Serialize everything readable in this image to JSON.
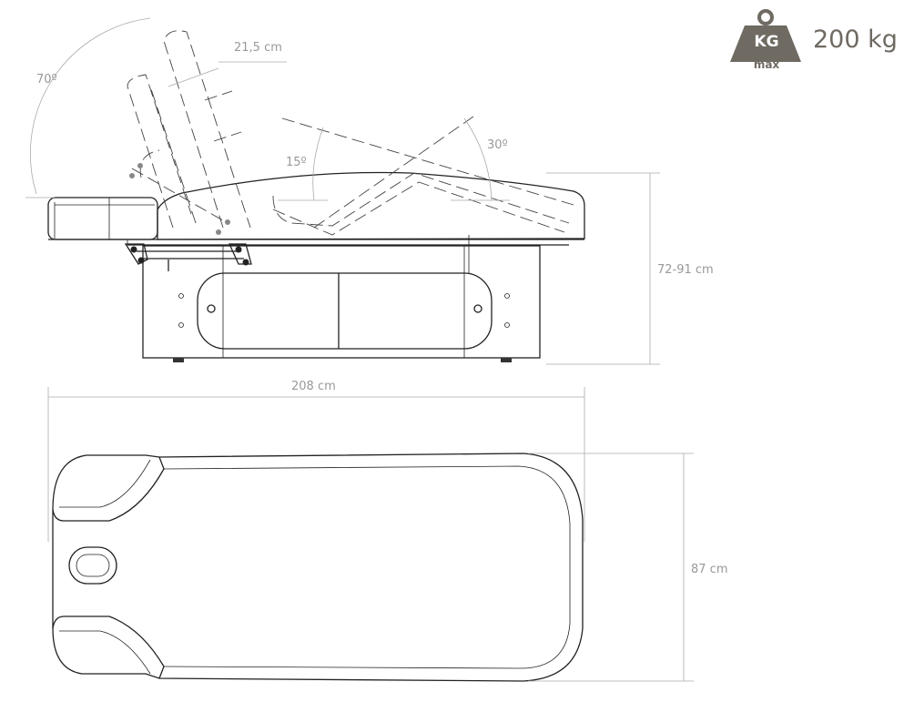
{
  "weight_badge": {
    "kg_label": "KG",
    "max_label": "max",
    "capacity": "200 kg",
    "color": "#6f6a62"
  },
  "dimensions": {
    "backrest_angle": "70º",
    "backrest_extension": "21,5 cm",
    "leg_angle_1": "15º",
    "leg_angle_2": "30º",
    "height": "72-91 cm",
    "length": "208 cm",
    "width": "87 cm"
  }
}
